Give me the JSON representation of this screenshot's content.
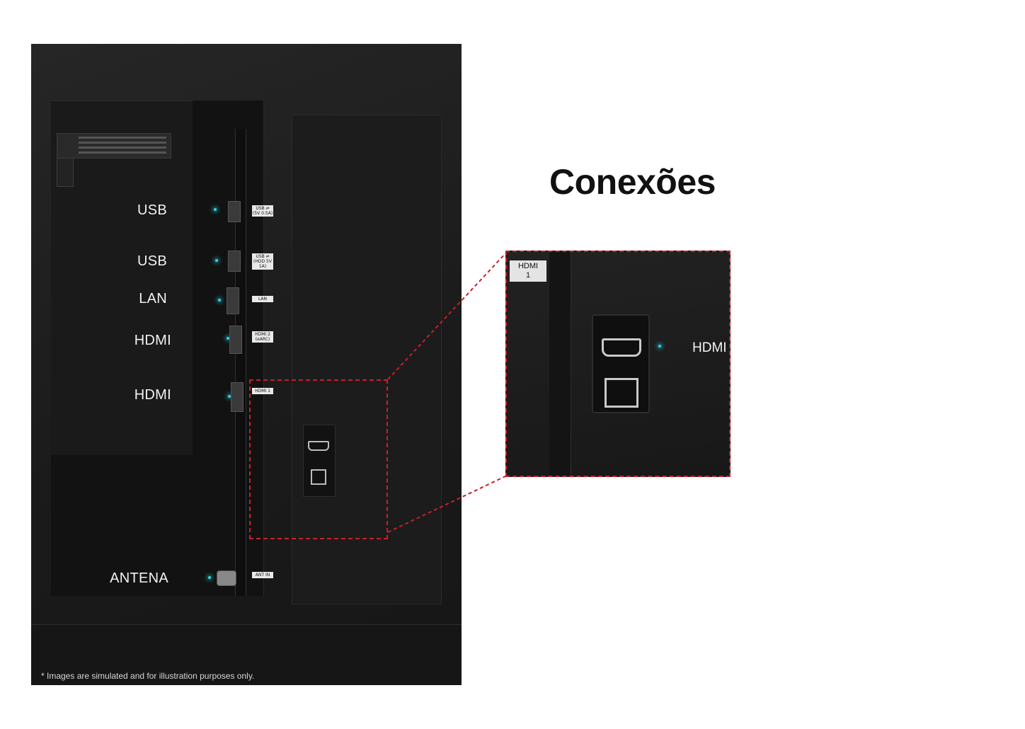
{
  "title": "Conexões",
  "ports": [
    {
      "label": "USB",
      "badge": "USB ⇌ (5V 0.5A)"
    },
    {
      "label": "USB",
      "badge": "USB ⇌ (HDD 5V 1A)"
    },
    {
      "label": "LAN",
      "badge": "LAN"
    },
    {
      "label": "HDMI",
      "badge": "HDMI 2 (eARC)"
    },
    {
      "label": "HDMI",
      "badge": "HDMI 1"
    },
    {
      "label": "ANTENA",
      "badge": "ANT IN"
    }
  ],
  "zoom": {
    "badge_line1": "HDMI",
    "badge_line2": "1",
    "label": "HDMI"
  },
  "disclaimer": "* Images are simulated and for illustration purposes only.",
  "colors": {
    "accent_dot": "#2bd5e6",
    "highlight_dashed": "#c8202a",
    "panel": "#1c1c1c"
  },
  "icons": [
    "usb-port-icon",
    "lan-port-icon",
    "hdmi-port-icon",
    "optical-port-icon",
    "antenna-port-icon"
  ]
}
